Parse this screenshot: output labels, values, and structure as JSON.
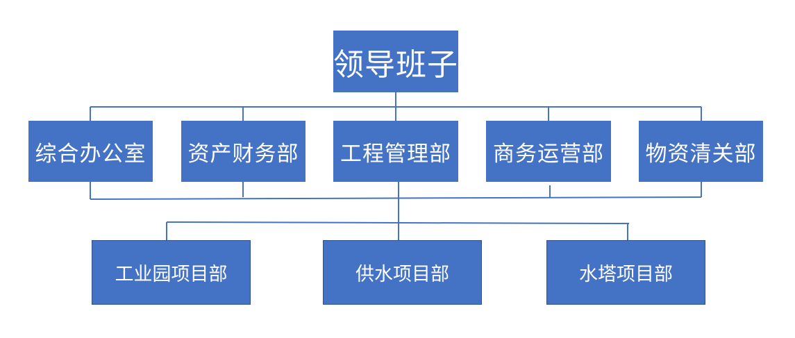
{
  "diagram": {
    "root": "领导班子",
    "departments": [
      "综合办公室",
      "资产财务部",
      "工程管理部",
      "商务运营部",
      "物资清关部"
    ],
    "projects": [
      "工业园项目部",
      "供水项目部",
      "水塔项目部"
    ],
    "colors": {
      "box_fill": "#4472c4",
      "box_text": "#ffffff",
      "box_border": "#2f528f",
      "connector": "#4472c4"
    }
  }
}
